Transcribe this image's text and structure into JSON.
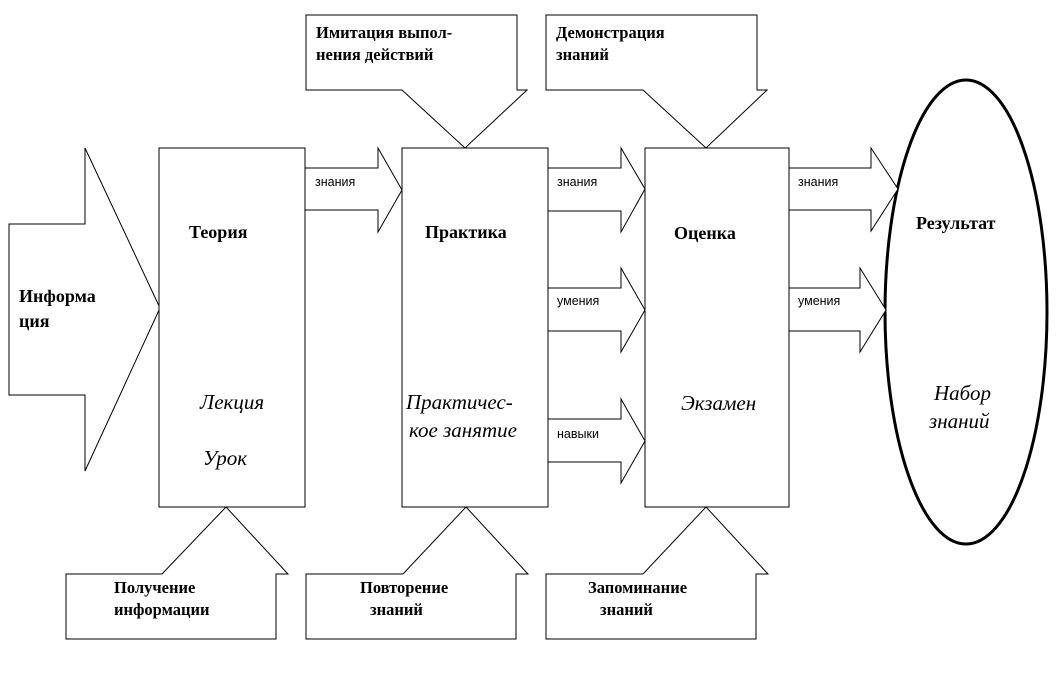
{
  "input": {
    "line1": "Информа",
    "line2": "ция"
  },
  "stages": {
    "theory": {
      "title": "Теория",
      "method1": "Лекция",
      "method2": "Урок"
    },
    "practice": {
      "title": "Практика",
      "method1": "Практичес-",
      "method2": "кое занятие"
    },
    "assessment": {
      "title": "Оценка",
      "method1": "Экзамен"
    }
  },
  "result": {
    "title": "Результат",
    "line1": "Набор",
    "line2": "знаний"
  },
  "flows": {
    "theory_to_practice": "знания",
    "practice_to_assessment": [
      "знания",
      "умения",
      "навыки"
    ],
    "assessment_to_result": [
      "знания",
      "умения"
    ]
  },
  "top_callouts": {
    "practice": {
      "line1": "Имитация выпол-",
      "line2": "нения действий"
    },
    "assessment": {
      "line1": "Демонстрация",
      "line2": "знаний"
    }
  },
  "bottom_callouts": {
    "theory": {
      "line1": "Получение",
      "line2": "информации"
    },
    "practice": {
      "line1": "Повторение",
      "line2": "знаний"
    },
    "assessment": {
      "line1": "Запоминание",
      "line2": "знаний"
    }
  }
}
